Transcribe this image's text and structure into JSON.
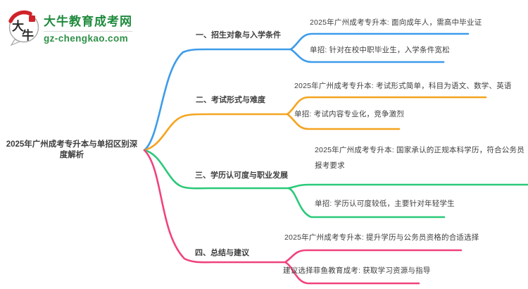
{
  "page": {
    "background": "#ffffff",
    "text_color": "#3e3e3e"
  },
  "logo": {
    "site_name": "大牛教育成考网",
    "site_url": "gz-chengkao.com",
    "bubble_char_1": "大",
    "bubble_char_2": "牛",
    "colors": {
      "green": "#1f8a3d",
      "red": "#cf2329"
    }
  },
  "mindmap": {
    "central": "2025年广州成考专升本与单招区别深度解析",
    "branches": [
      {
        "label": "一、招生对象与入学条件",
        "color": "#3d9bea",
        "children": [
          "2025年广州成考专升本: 面向成年人，需高中毕业证",
          "单招: 针对在校中职毕业生，入学条件宽松"
        ]
      },
      {
        "label": "二、考试形式与难度",
        "color": "#f5a41f",
        "children": [
          "2025年广州成考专升本: 考试形式简单，科目为语文、数学、英语",
          "单招: 考试内容专业化，竞争激烈"
        ]
      },
      {
        "label": "三、学历认可度与职业发展",
        "color": "#2bc97a",
        "children": [
          "2025年广州成考专升本: 国家承认的正规本科学历，符合公务员报考要求",
          "单招: 学历认可度较低，主要针对年轻学生"
        ]
      },
      {
        "label": "四、总结与建议",
        "color": "#f0437e",
        "children": [
          "2025年广州成考专升本: 提升学历与公务员资格的合适选择",
          "建议选择菲鱼教育成考: 获取学习资源与指导"
        ]
      }
    ]
  }
}
